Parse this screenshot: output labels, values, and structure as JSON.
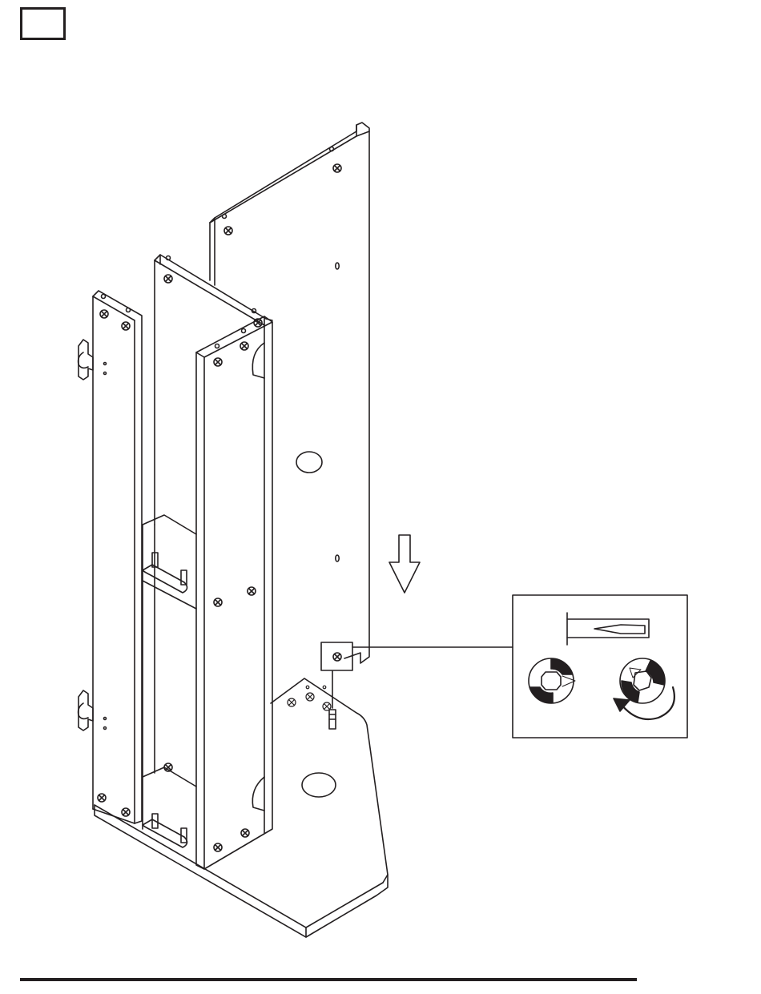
{
  "page": {
    "step_number": "",
    "colors": {
      "ink": "#231f20",
      "paper": "#ffffff"
    }
  },
  "illustration": {
    "subject": "cabinet-assembly-step",
    "parts": [
      "base-panel",
      "back-panel",
      "middle-divider-panel",
      "front-divider-panel",
      "door-panel",
      "hinge-top",
      "hinge-bottom",
      "cam-lock-connectors"
    ],
    "icons": [
      "press-down-arrow-icon",
      "screwdriver-icon",
      "cam-lock-unlocked-icon",
      "cam-lock-locked-icon",
      "rotate-clockwise-icon"
    ]
  }
}
